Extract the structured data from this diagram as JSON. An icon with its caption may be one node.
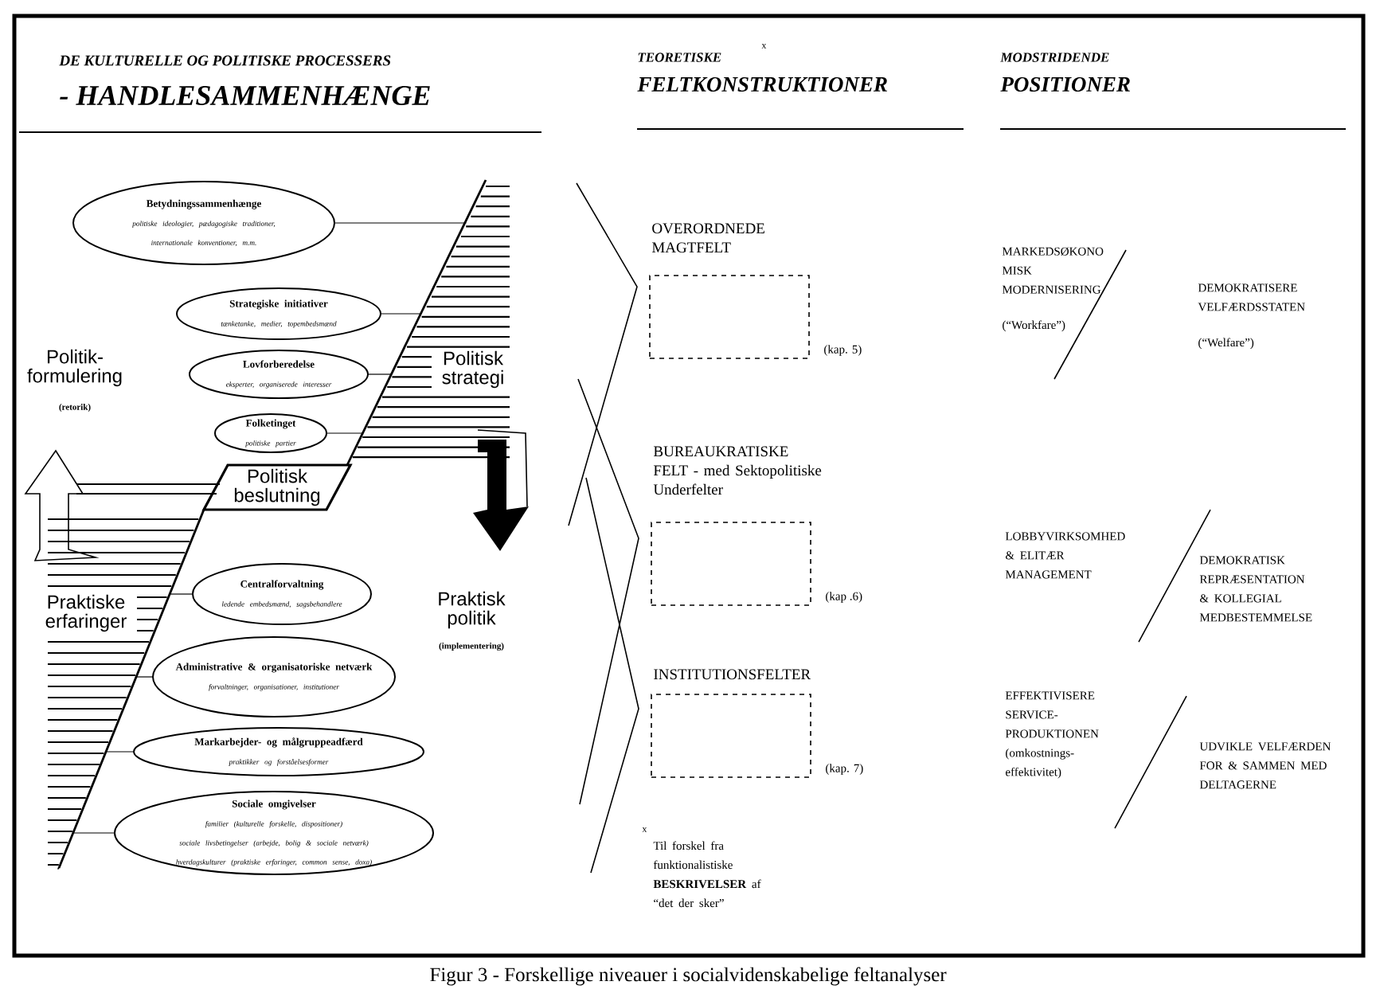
{
  "diagram": {
    "caption": "Figur 3 - Forskellige niveauer i socialvidenskabelige feltanalyser",
    "nodes": [
      {
        "text": [
          "Betydningssammenhænge",
          "politiske ideologier, pædagogiske traditioner, internationale konventioner, m.m."
        ]
      },
      {
        "text": [
          "Strategiske initiativer",
          "tænketanke, medier, topembedsmænd"
        ]
      },
      {
        "text": [
          "Lovforberedelse",
          "eksperter, organiserede interesser"
        ]
      },
      {
        "text": [
          "Folketinget",
          "politiske partier"
        ]
      },
      {
        "text": [
          "Politisk strategi"
        ]
      },
      {
        "text": [
          "Politisk beslutning"
        ]
      },
      {
        "text": [
          "Praktiske erfaringer"
        ]
      },
      {
        "text": [
          "Centralforvaltning",
          "ledende embedsmænd, sagsbehandlere"
        ]
      },
      {
        "text": [
          "Administrative & organisatoriske netværk",
          "forvaltninger, organisationer, institutioner"
        ]
      },
      {
        "text": [
          "Markarbejder- og målgruppeadfærd",
          "praktikker og forståelsesformer"
        ]
      },
      {
        "text": [
          "Sociale omgivelser",
          "familier (kulturelle forskelle, dispositioner)",
          "sociale livsbetingelser (arbejde, bolig & sociale netværk)",
          "hverdagskulturer (praktiske erfaringer, common sense, doxa)"
        ]
      },
      {
        "text": [
          "OVERORDNEDE MAGTFELT"
        ],
        "beside": [
          "(kap. 5)"
        ]
      },
      {
        "text": [
          "BUREAUKRATISKE FELT - med Sektopolitiske Underfelter"
        ],
        "beside": [
          "(kap .6)"
        ]
      },
      {
        "text": [
          "INSTITUTIONSFELTER"
        ],
        "beside": [
          "(kap. 7)"
        ]
      }
    ],
    "edges": [
      {
        "from": 0,
        "to": 4,
        "arrow": "none"
      },
      {
        "from": 1,
        "to": 4,
        "arrow": "none"
      },
      {
        "from": 2,
        "to": 4,
        "arrow": "none"
      },
      {
        "from": 3,
        "to": 4,
        "arrow": "none"
      },
      {
        "from": 7,
        "to": 6,
        "arrow": "none"
      },
      {
        "from": 8,
        "to": 6,
        "arrow": "none"
      },
      {
        "from": 9,
        "to": 6,
        "arrow": "none"
      },
      {
        "from": 10,
        "to": 6,
        "arrow": "none"
      }
    ],
    "labels": [
      "DE KULTURELLE OG POLITISKE PROCESSERS",
      "- HANDLESAMMENHÆNGE",
      "TEORETISKE",
      "x",
      "FELTKONSTRUKTIONER",
      "MODSTRIDENDE",
      "POSITIONER",
      "Politik- formulering",
      "(retorik)",
      "Praktisk politik",
      "(implementering)",
      "MARKEDSØKONO MISK MODERNISERING",
      "(“Workfare”)",
      "DEMOKRATISERE VELFÆRDSSTATEN",
      "(“Welfare”)",
      "LOBBYVIRKSOMHED & ELITÆR MANAGEMENT",
      "DEMOKRATISK REPRÆSENTATION & KOLLEGIAL MEDBESTEMMELSE",
      "EFFEKTIVISERE SERVICE- PRODUKTIONEN (omkostnings- effektivitet)",
      "UDVIKLE VELFÆRDEN FOR & SAMMEN MED DELTAGERNE",
      "x",
      "Til forskel fra funktionalistiske **BESKRIVELSER** af “det der sker”"
    ]
  }
}
